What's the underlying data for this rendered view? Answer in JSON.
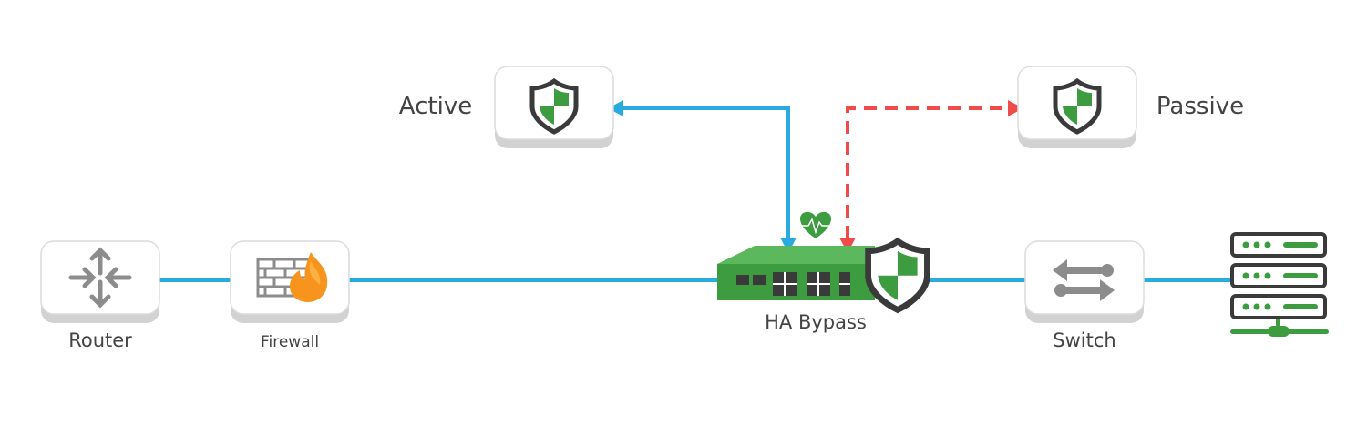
{
  "nodes": {
    "router": {
      "label": "Router"
    },
    "firewall": {
      "label": "Firewall"
    },
    "ha_bypass": {
      "label": "HA Bypass"
    },
    "switch": {
      "label": "Switch"
    },
    "active": {
      "label": "Active"
    },
    "passive": {
      "label": "Passive"
    }
  },
  "colors": {
    "link": "#29abe2",
    "standby_link": "#ef4b4b",
    "green": "#3d9b40",
    "gray_icon": "#8c8c8c",
    "dark": "#3a3a3a",
    "flame": "#f7941d"
  },
  "icons": [
    "router-icon",
    "firewall-icon",
    "shield-icon",
    "heartbeat-icon",
    "switch-icon",
    "server-icon",
    "bypass-device-icon"
  ]
}
